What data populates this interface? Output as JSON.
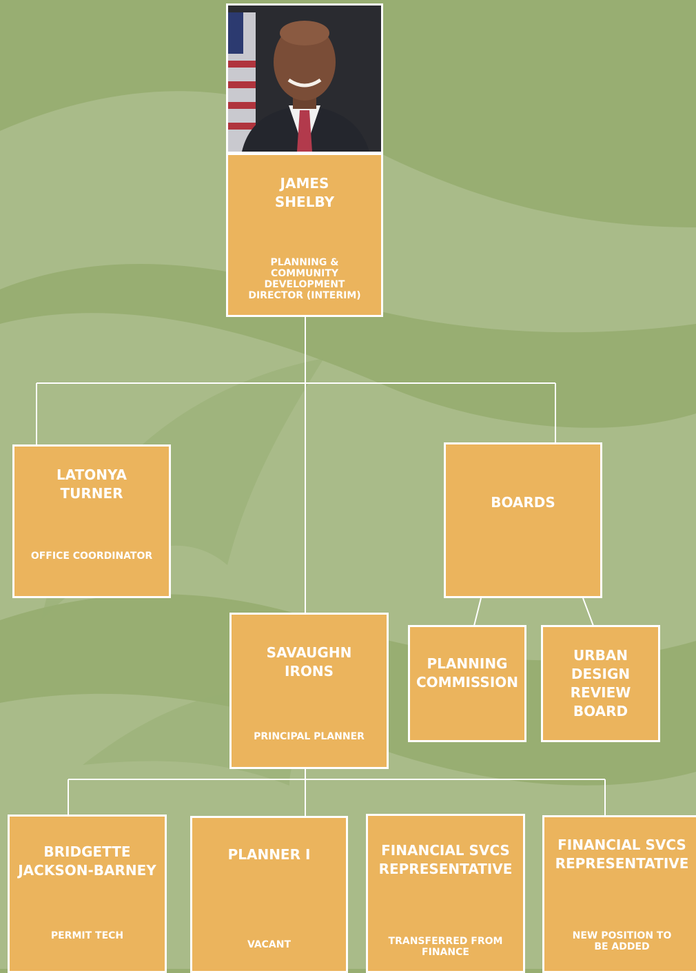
{
  "colors": {
    "background": "#98ae72",
    "background_swoosh": "#a9bb89",
    "box_fill": "#ebb45d",
    "box_border": "#ffffff",
    "connector": "#ffffff",
    "text": "#ffffff"
  },
  "director": {
    "name": "JAMES\nSHELBY",
    "title": "PLANNING &\nCOMMUNITY\nDEVELOPMENT\nDIRECTOR (INTERIM)",
    "photo_icon": "portrait-photo"
  },
  "office_coordinator": {
    "name": "LATONYA\nTURNER",
    "title": "OFFICE COORDINATOR"
  },
  "boards": {
    "label": "BOARDS",
    "children": [
      {
        "label": "PLANNING\nCOMMISSION"
      },
      {
        "label": "URBAN\nDESIGN\nREVIEW\nBOARD"
      }
    ]
  },
  "principal_planner": {
    "name": "SAVAUGHN\nIRONS",
    "title": "PRINCIPAL PLANNER"
  },
  "staff": [
    {
      "name": "BRIDGETTE\nJACKSON-BARNEY",
      "title": "PERMIT TECH"
    },
    {
      "name": "PLANNER I",
      "title": "VACANT"
    },
    {
      "name": "FINANCIAL SVCS\nREPRESENTATIVE",
      "title": "TRANSFERRED FROM\nFINANCE"
    },
    {
      "name": "FINANCIAL SVCS\nREPRESENTATIVE",
      "title": "NEW POSITION TO\nBE ADDED"
    }
  ]
}
